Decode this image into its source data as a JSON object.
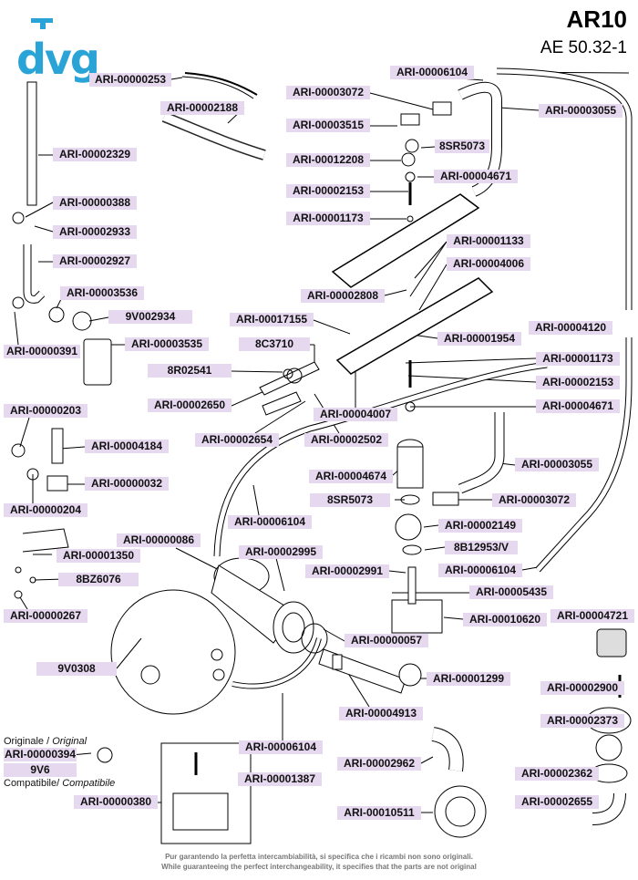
{
  "header": {
    "brand": "dvg",
    "brand_color": "#2aa3d6",
    "model": "AR10",
    "reference": "AE 50.32-1"
  },
  "label_color": "#e6d8ef",
  "labels": [
    "ARI-00000253",
    "ARI-00002188",
    "ARI-00002329",
    "ARI-00000388",
    "ARI-00002933",
    "ARI-00002927",
    "ARI-00003536",
    "9V002934",
    "ARI-00000391",
    "ARI-00003535",
    "ARI-00006104",
    "ARI-00003072",
    "ARI-00003055",
    "ARI-00003515",
    "8SR5073",
    "ARI-00012208",
    "ARI-00004671",
    "ARI-00002153",
    "ARI-00001173",
    "ARI-00001133",
    "ARI-00004006",
    "ARI-00002808",
    "ARI-00017155",
    "8C3710",
    "ARI-00001954",
    "ARI-00004120",
    "8R02541",
    "ARI-00001173",
    "ARI-00002650",
    "ARI-00002153",
    "ARI-00004007",
    "ARI-00004671",
    "ARI-00000203",
    "ARI-00002654",
    "ARI-00002502",
    "ARI-00004184",
    "ARI-00003055",
    "ARI-00004674",
    "ARI-00000032",
    "8SR5073",
    "ARI-00003072",
    "ARI-00000204",
    "ARI-00006104",
    "ARI-00002149",
    "ARI-00000086",
    "ARI-00002995",
    "8B12953/V",
    "ARI-00001350",
    "ARI-00002991",
    "ARI-00006104",
    "8BZ6076",
    "ARI-00005435",
    "ARI-00000267",
    "ARI-00010620",
    "ARI-00004721",
    "ARI-00000057",
    "ARI-00001299",
    "9V0308",
    "ARI-00002900",
    "ARI-00004913",
    "ARI-00002373",
    "ARI-00000394",
    "ARI-00006104",
    "9V6",
    "ARI-00001387",
    "ARI-00002962",
    "ARI-00002362",
    "ARI-00000380",
    "ARI-00010511",
    "ARI-00002655"
  ],
  "notes": {
    "original": "Originale / ",
    "original_en": "Original",
    "compatible": "Compatibile/",
    "compatible_en": " Compatibile"
  },
  "footer": {
    "line1": "Pur garantendo la perfetta intercambiabilità, si specifica che i ricambi non sono originali.",
    "line2": "While guaranteeing the perfect interchangeability, it specifies that the parts are not original"
  }
}
